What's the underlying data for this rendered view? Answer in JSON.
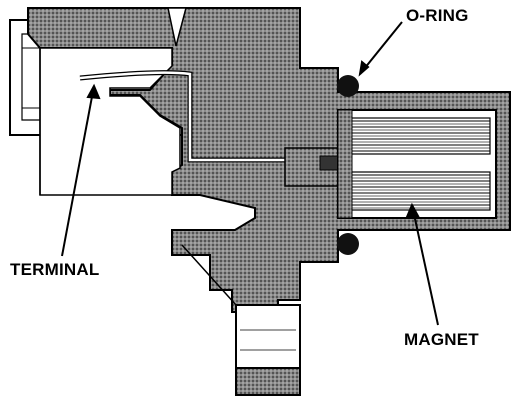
{
  "labels": {
    "o_ring": "O-RING",
    "terminal": "TERMINAL",
    "magnet": "MAGNET"
  },
  "colors": {
    "ink": "#000000",
    "paper": "#ffffff",
    "hatch": "#6e6e6e"
  }
}
